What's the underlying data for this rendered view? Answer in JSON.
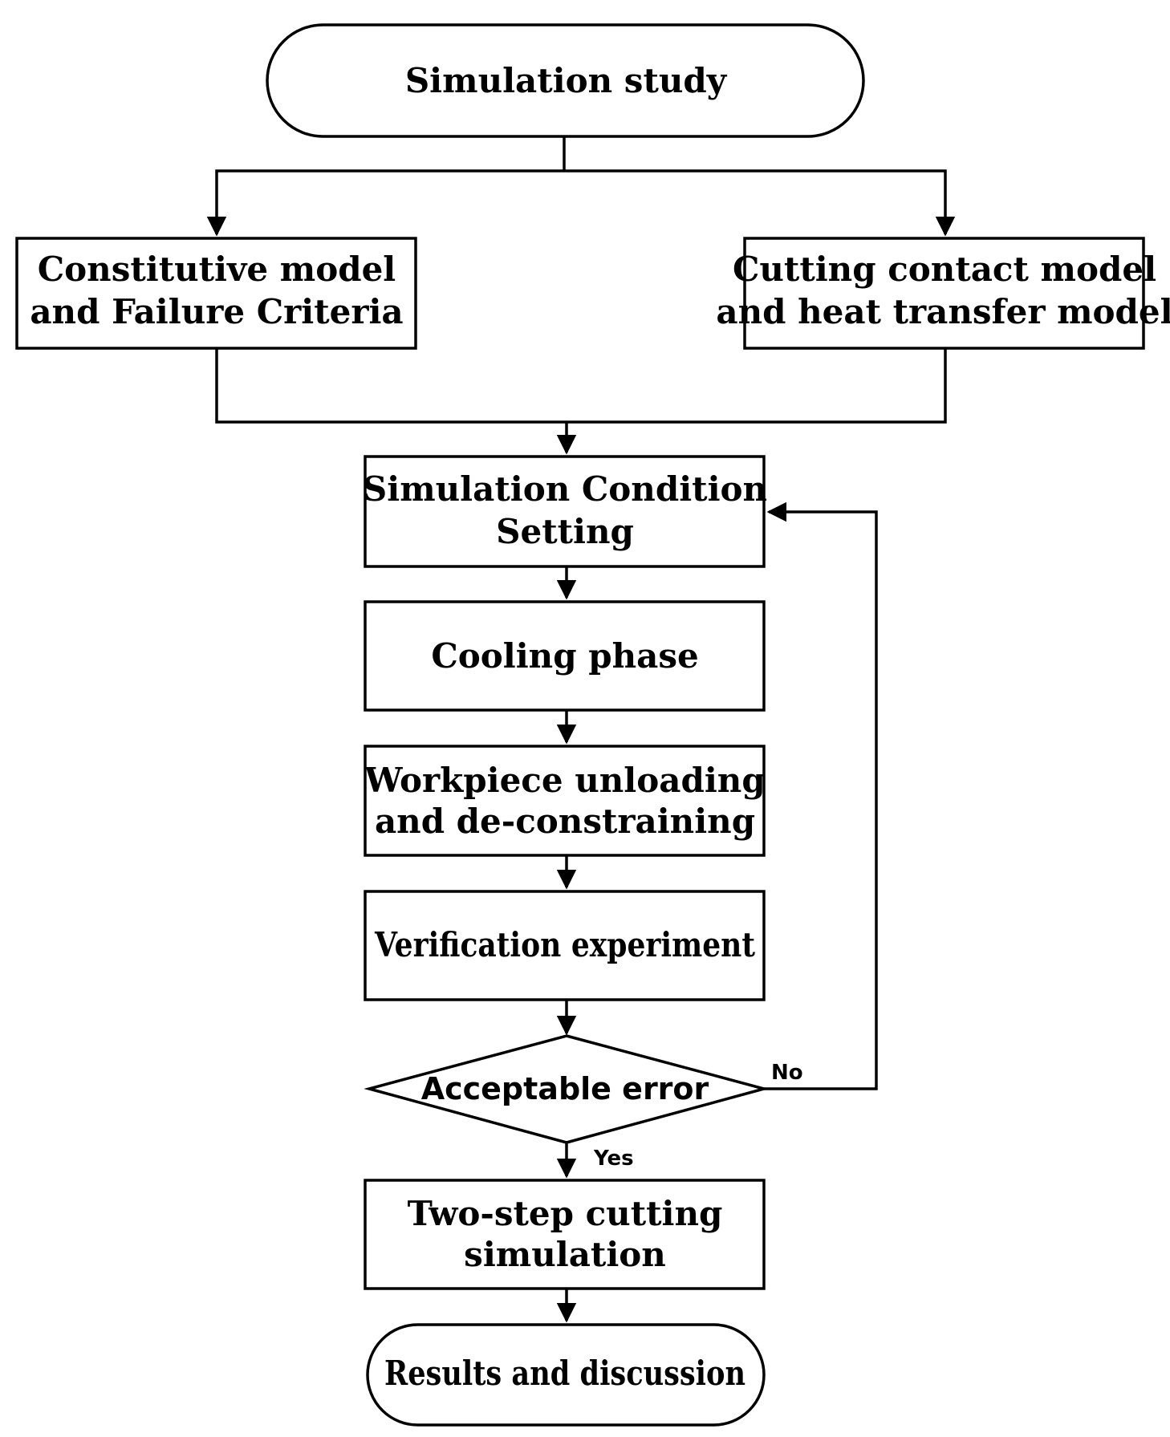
{
  "nodes": {
    "start": {
      "lines": [
        "Simulation study"
      ]
    },
    "constitutive": {
      "lines": [
        "Constitutive model",
        "and Failure Criteria"
      ]
    },
    "contact": {
      "lines": [
        "Cutting contact model",
        "and heat transfer model"
      ]
    },
    "condition": {
      "lines": [
        "Simulation Condition",
        "Setting"
      ]
    },
    "cooling": {
      "lines": [
        "Cooling phase"
      ]
    },
    "unloading": {
      "lines": [
        "Workpiece unloading",
        "and de-constraining"
      ]
    },
    "verification": {
      "lines": [
        "Verification experiment"
      ]
    },
    "decision": {
      "lines": [
        "Acceptable error"
      ]
    },
    "two_step": {
      "lines": [
        "Two-step cutting",
        "simulation"
      ]
    },
    "results": {
      "lines": [
        "Results and discussion"
      ]
    }
  },
  "edge_labels": {
    "no": "No",
    "yes": "Yes"
  },
  "colors": {
    "stroke": "#000000",
    "fill": "#ffffff",
    "text": "#000000"
  }
}
